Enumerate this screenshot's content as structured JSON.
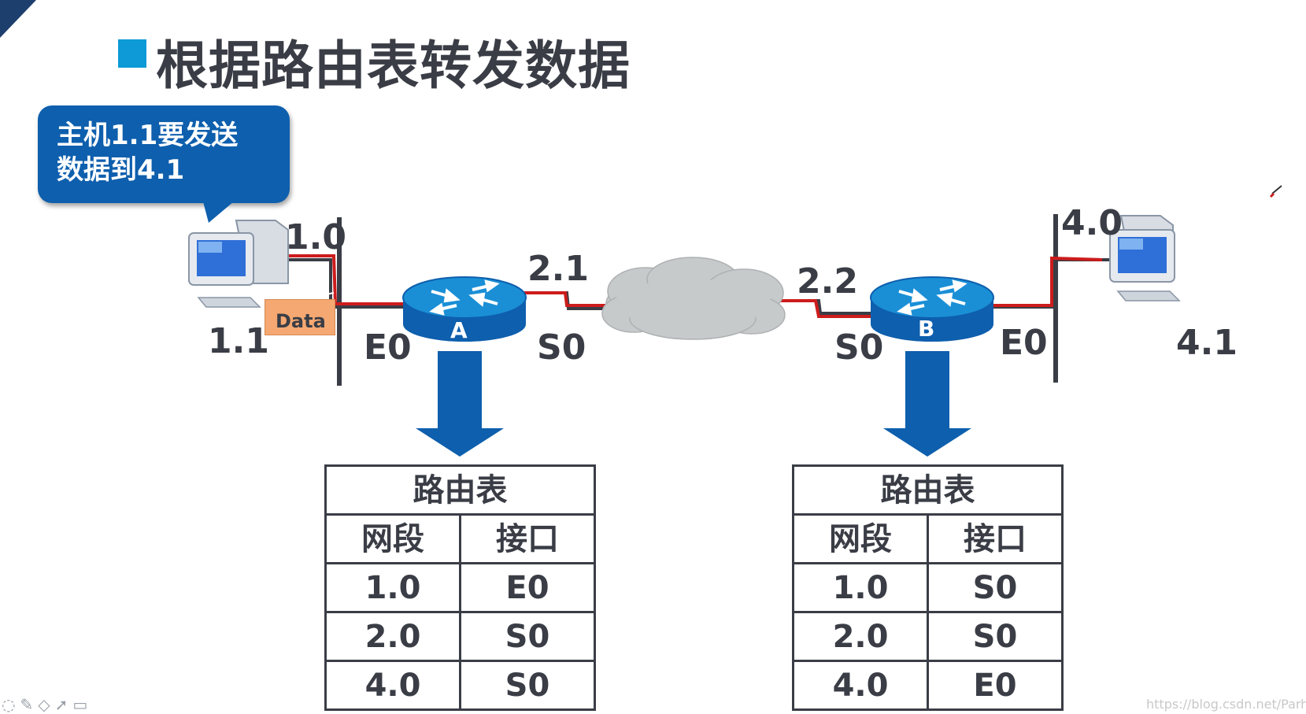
{
  "slide": {
    "title": "根据路由表转发数据",
    "callout": {
      "line1": "主机1.1要发送",
      "line2": "数据到4.1"
    },
    "watermark": "https://blog.csdn.net/Parhoia"
  },
  "network": {
    "left_segment": "1.0",
    "left_host": "1.1",
    "packet": "Data",
    "router_a": {
      "name": "A",
      "e0_label": "E0",
      "s0_label": "S0",
      "s0_address": "2.1"
    },
    "router_b": {
      "name": "B",
      "e0_label": "E0",
      "s0_label": "S0",
      "s0_address": "2.2"
    },
    "right_segment": "4.0",
    "right_host": "4.1"
  },
  "routing_tables": [
    {
      "caption": "路由表",
      "headers": [
        "网段",
        "接口"
      ],
      "rows": [
        [
          "1.0",
          "E0"
        ],
        [
          "2.0",
          "S0"
        ],
        [
          "4.0",
          "S0"
        ]
      ]
    },
    {
      "caption": "路由表",
      "headers": [
        "网段",
        "接口"
      ],
      "rows": [
        [
          "1.0",
          "S0"
        ],
        [
          "2.0",
          "S0"
        ],
        [
          "4.0",
          "E0"
        ]
      ]
    }
  ],
  "colors": {
    "accent": "#0d9ad6",
    "callout": "#0e5fad",
    "arrow": "#0e5fad",
    "router_top": "#1a8fd6",
    "router_side": "#0e5fad",
    "path": "#cc1c1c",
    "text": "#3a3d45"
  },
  "icons": [
    "computer-icon",
    "router-icon",
    "cloud-icon",
    "down-arrow-icon",
    "envelope-icon",
    "pen-cursor-icon"
  ]
}
